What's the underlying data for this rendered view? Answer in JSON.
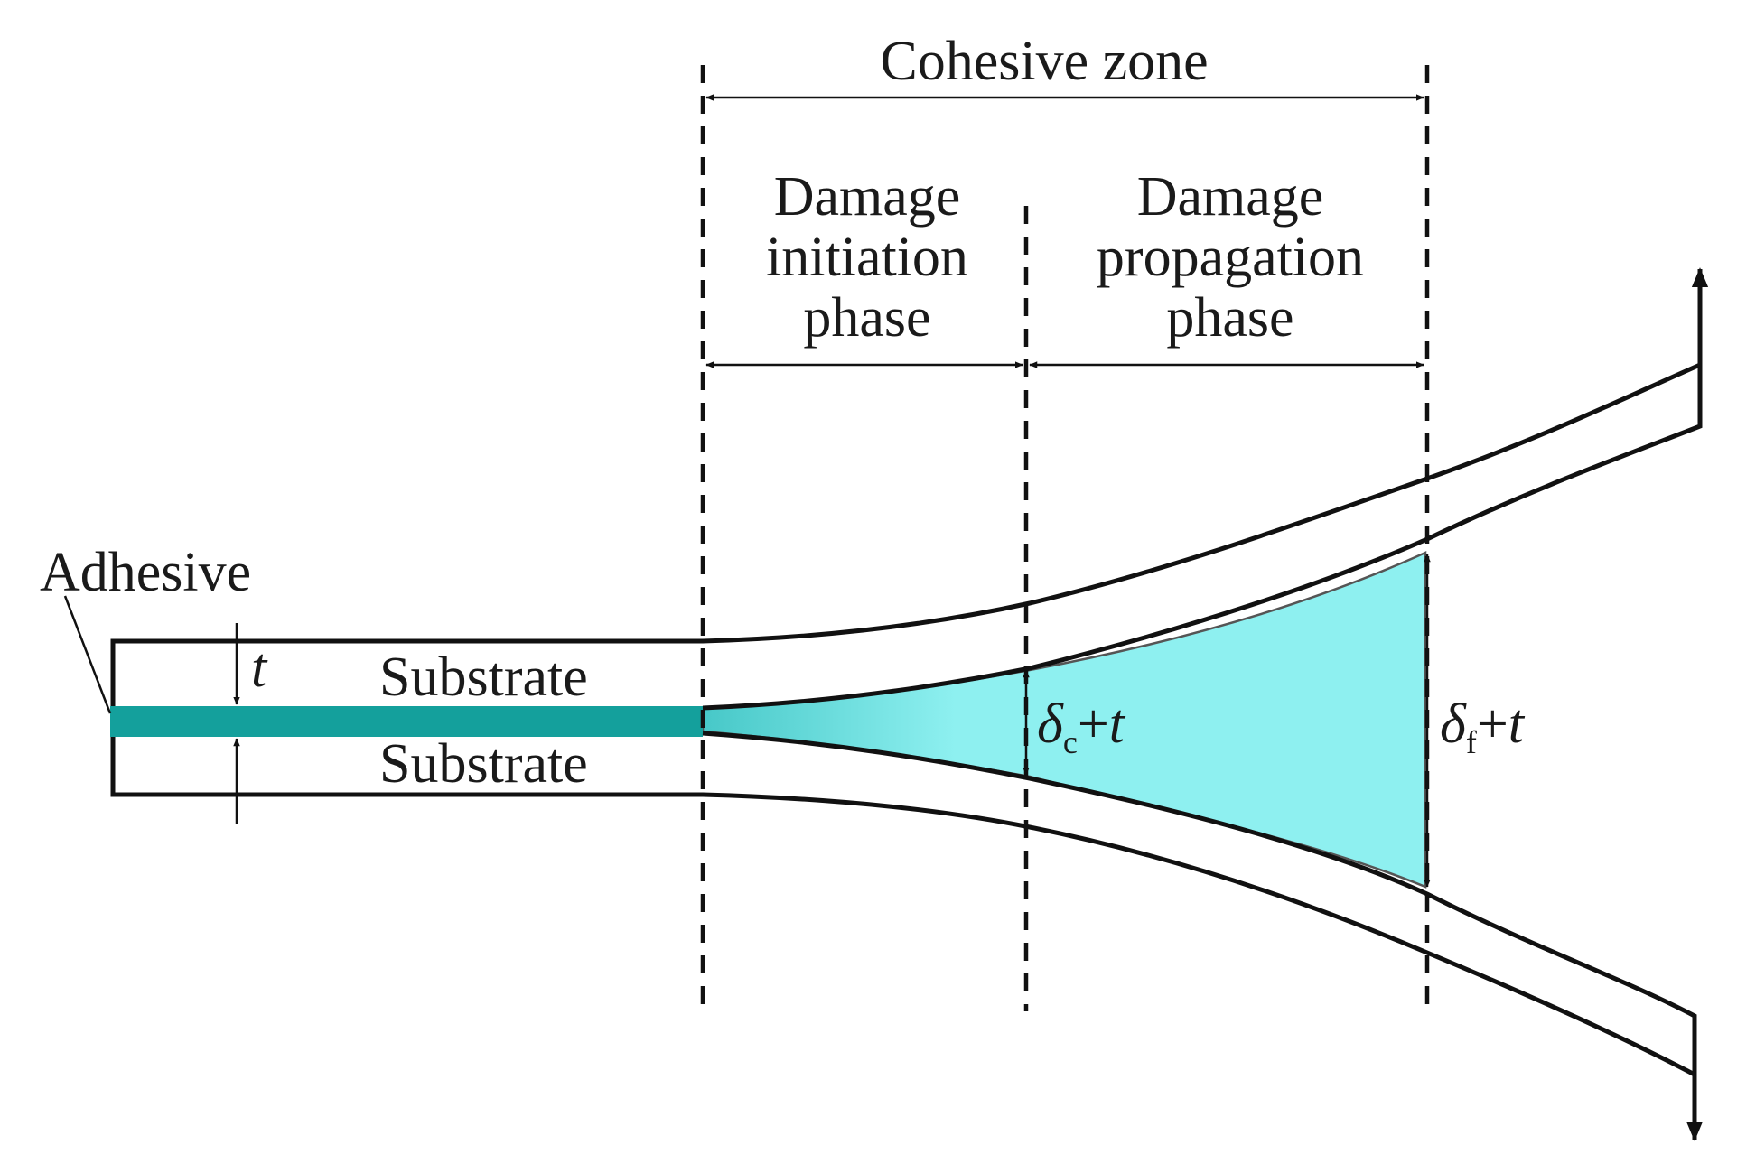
{
  "labels": {
    "cohesive_zone": "Cohesive zone",
    "initiation": [
      "Damage",
      "initiation",
      "phase"
    ],
    "propagation": [
      "Damage",
      "propagation",
      "phase"
    ],
    "adhesive": "Adhesive",
    "substrate_top": "Substrate",
    "substrate_bottom": "Substrate",
    "thickness": "t",
    "delta_c": {
      "symbol": "δ",
      "subscript": "c",
      "suffix": "+",
      "var": "t"
    },
    "delta_f": {
      "symbol": "δ",
      "subscript": "f",
      "suffix": "+",
      "var": "t"
    }
  },
  "colors": {
    "adhesive": "#14a09c",
    "damage_fill": "#8ef0f0",
    "damage_fill_edge": "#47c8c8",
    "stroke": "#111111"
  }
}
